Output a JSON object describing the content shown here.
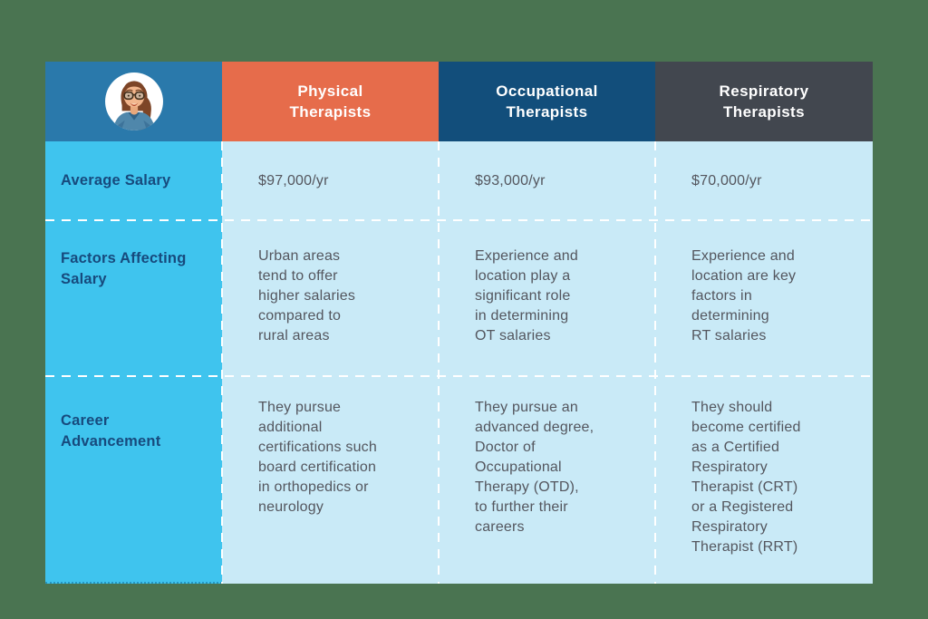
{
  "page": {
    "background_color": "#4a7451",
    "description": "Comparison table of therapist careers"
  },
  "colors": {
    "corner_header_bg": "#2a79ab",
    "physical_header_bg": "#e66c4b",
    "occupational_header_bg": "#124e7b",
    "respiratory_header_bg": "#42474f",
    "label_column_bg": "#3fc4ee",
    "body_cell_bg": "#c9eaf7",
    "label_text": "#174a7d",
    "body_text": "#54565e",
    "header_text": "#ffffff",
    "separator": "#ffffff"
  },
  "table": {
    "corner": {
      "avatar": "female-nurse-with-glasses-illustration"
    },
    "columns": [
      {
        "label": "Physical\nTherapists",
        "bg": "#e66c4b"
      },
      {
        "label": "Occupational\nTherapists",
        "bg": "#124e7b"
      },
      {
        "label": "Respiratory\nTherapists",
        "bg": "#42474f"
      }
    ],
    "rows": [
      {
        "label": "Average Salary",
        "cells": [
          "$97,000/yr",
          "$93,000/yr",
          "$70,000/yr"
        ]
      },
      {
        "label": "Factors Affecting\nSalary",
        "cells": [
          "Urban areas\ntend to offer\nhigher salaries\ncompared to\nrural areas",
          "Experience and\nlocation play a\nsignificant role\nin determining\nOT salaries",
          "Experience and\nlocation are key\nfactors in\ndetermining\nRT salaries"
        ]
      },
      {
        "label": "Career\nAdvancement",
        "cells": [
          "They pursue\nadditional\ncertifications such\nboard certification\nin orthopedics or\nneurology",
          "They pursue an\nadvanced degree,\nDoctor of\nOccupational\nTherapy (OTD),\nto further their\ncareers",
          "They should\nbecome certified\nas a Certified\nRespiratory\nTherapist (CRT)\nor a Registered\nRespiratory\nTherapist (RRT)"
        ]
      }
    ]
  }
}
